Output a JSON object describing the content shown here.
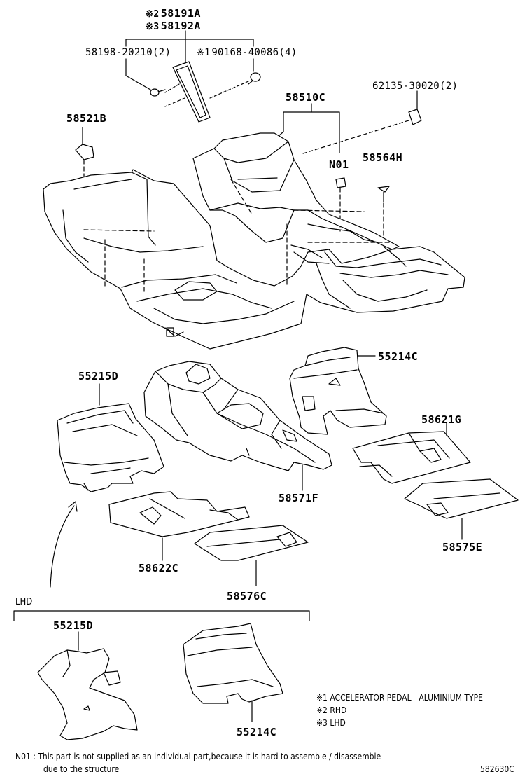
{
  "labels": {
    "rhd_mark": "※2",
    "rhd_part": "58191A",
    "lhd_mark": "※3",
    "lhd_part": "58192A",
    "screw": "58198-20210(2)",
    "clip_mark": "※1",
    "clip": "90168-40086(4)",
    "nut": "62135-30020(2)",
    "carpet": "58510C",
    "hook": "58521B",
    "n01": "N01",
    "clip_h": "58564H",
    "silencer_rh": "55214C",
    "silencer_lh": "55215D",
    "mat_a": "58621G",
    "console_pad": "58571F",
    "mat_e": "58575E",
    "mat_c": "58622C",
    "mat_c2": "58576C",
    "lhd_heading": "LHD",
    "lhd_silencer_lh": "55215D",
    "lhd_silencer_rh": "55214C"
  },
  "legend": [
    {
      "mark": "※1",
      "text": "ACCELERATOR PEDAL - ALUMINIUM TYPE"
    },
    {
      "mark": "※2",
      "text": "RHD"
    },
    {
      "mark": "※3",
      "text": "LHD"
    }
  ],
  "footnote": {
    "code": "N01 :",
    "line1": "This part is not supplied as an individual part,because it is hard to assemble / disassemble",
    "line2": "due to the structure"
  },
  "figure_code": "582630C"
}
